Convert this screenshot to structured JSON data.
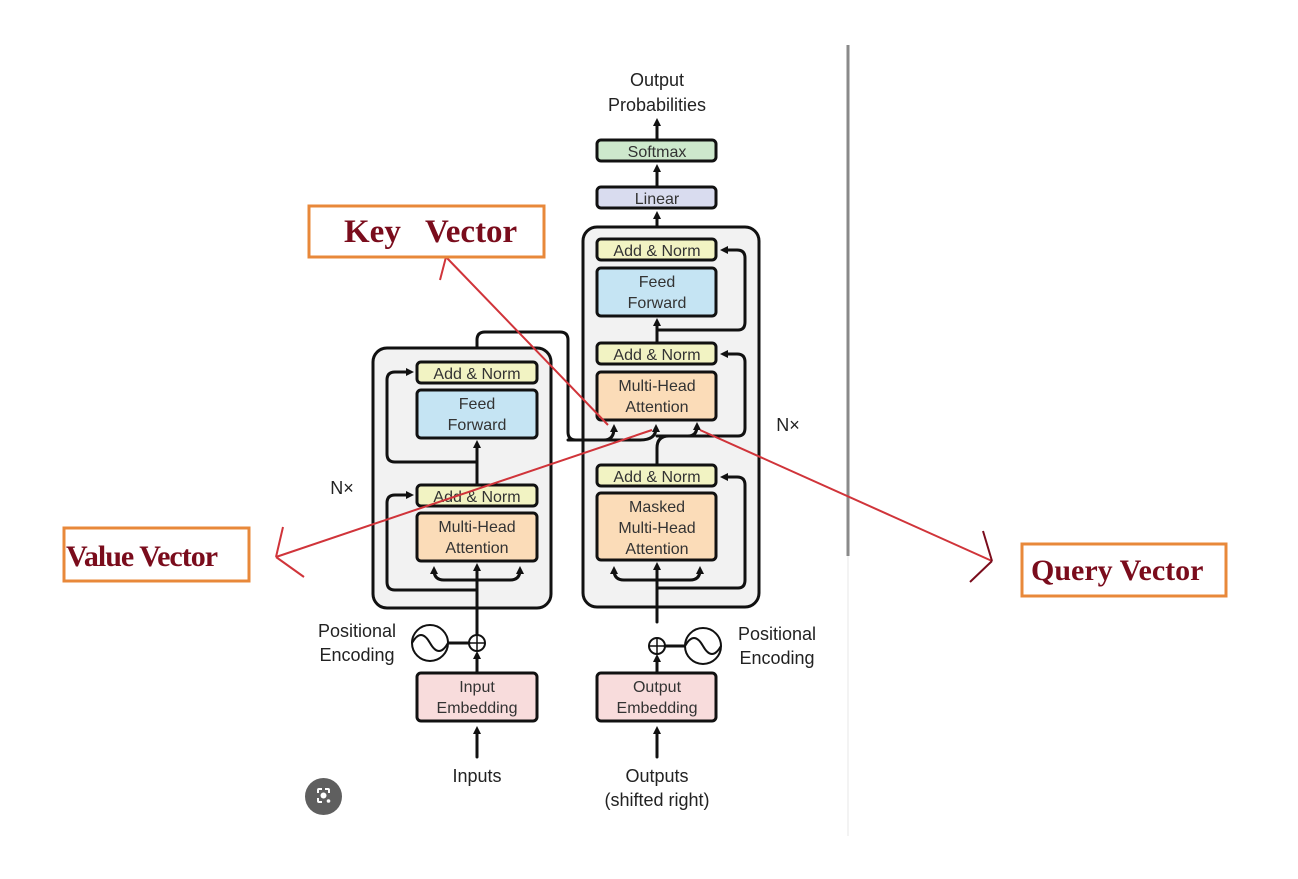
{
  "diagram": {
    "title": "Transformer architecture with Q/K/V annotations",
    "output_label": [
      "Output",
      "Probabilities"
    ],
    "softmax": "Softmax",
    "linear": "Linear",
    "encoder": {
      "repeat_label": "N×",
      "add_norm_top": "Add & Norm",
      "feed_forward": [
        "Feed",
        "Forward"
      ],
      "add_norm_bottom": "Add & Norm",
      "attention": [
        "Multi-Head",
        "Attention"
      ],
      "positional_encoding": [
        "Positional",
        "Encoding"
      ],
      "embedding": [
        "Input",
        "Embedding"
      ],
      "input_label": "Inputs"
    },
    "decoder": {
      "repeat_label": "N×",
      "add_norm_top": "Add & Norm",
      "feed_forward": [
        "Feed",
        "Forward"
      ],
      "add_norm_mid": "Add & Norm",
      "cross_attention": [
        "Multi-Head",
        "Attention"
      ],
      "add_norm_bottom": "Add & Norm",
      "masked_attention": [
        "Masked",
        "Multi-Head",
        "Attention"
      ],
      "positional_encoding": [
        "Positional",
        "Encoding"
      ],
      "embedding": [
        "Output",
        "Embedding"
      ],
      "input_label": [
        "Outputs",
        "(shifted right)"
      ]
    },
    "annotations": {
      "key": "Key   Vector",
      "value": "Value Vector",
      "query": "Query Vector"
    },
    "colors": {
      "add_norm": "#f2f3c3",
      "feed_forward": "#c5e4f3",
      "attention": "#fbdcb8",
      "embedding": "#f8dcdc",
      "softmax": "#cde8cc",
      "linear": "#d9dcef",
      "stack_bg": "#f2f2f2",
      "annotation_text": "#7a0c1c",
      "annotation_border": "#e8883a",
      "arrow_red": "#d0343a"
    }
  },
  "ui": {
    "lens_button": "visual-search-icon"
  }
}
